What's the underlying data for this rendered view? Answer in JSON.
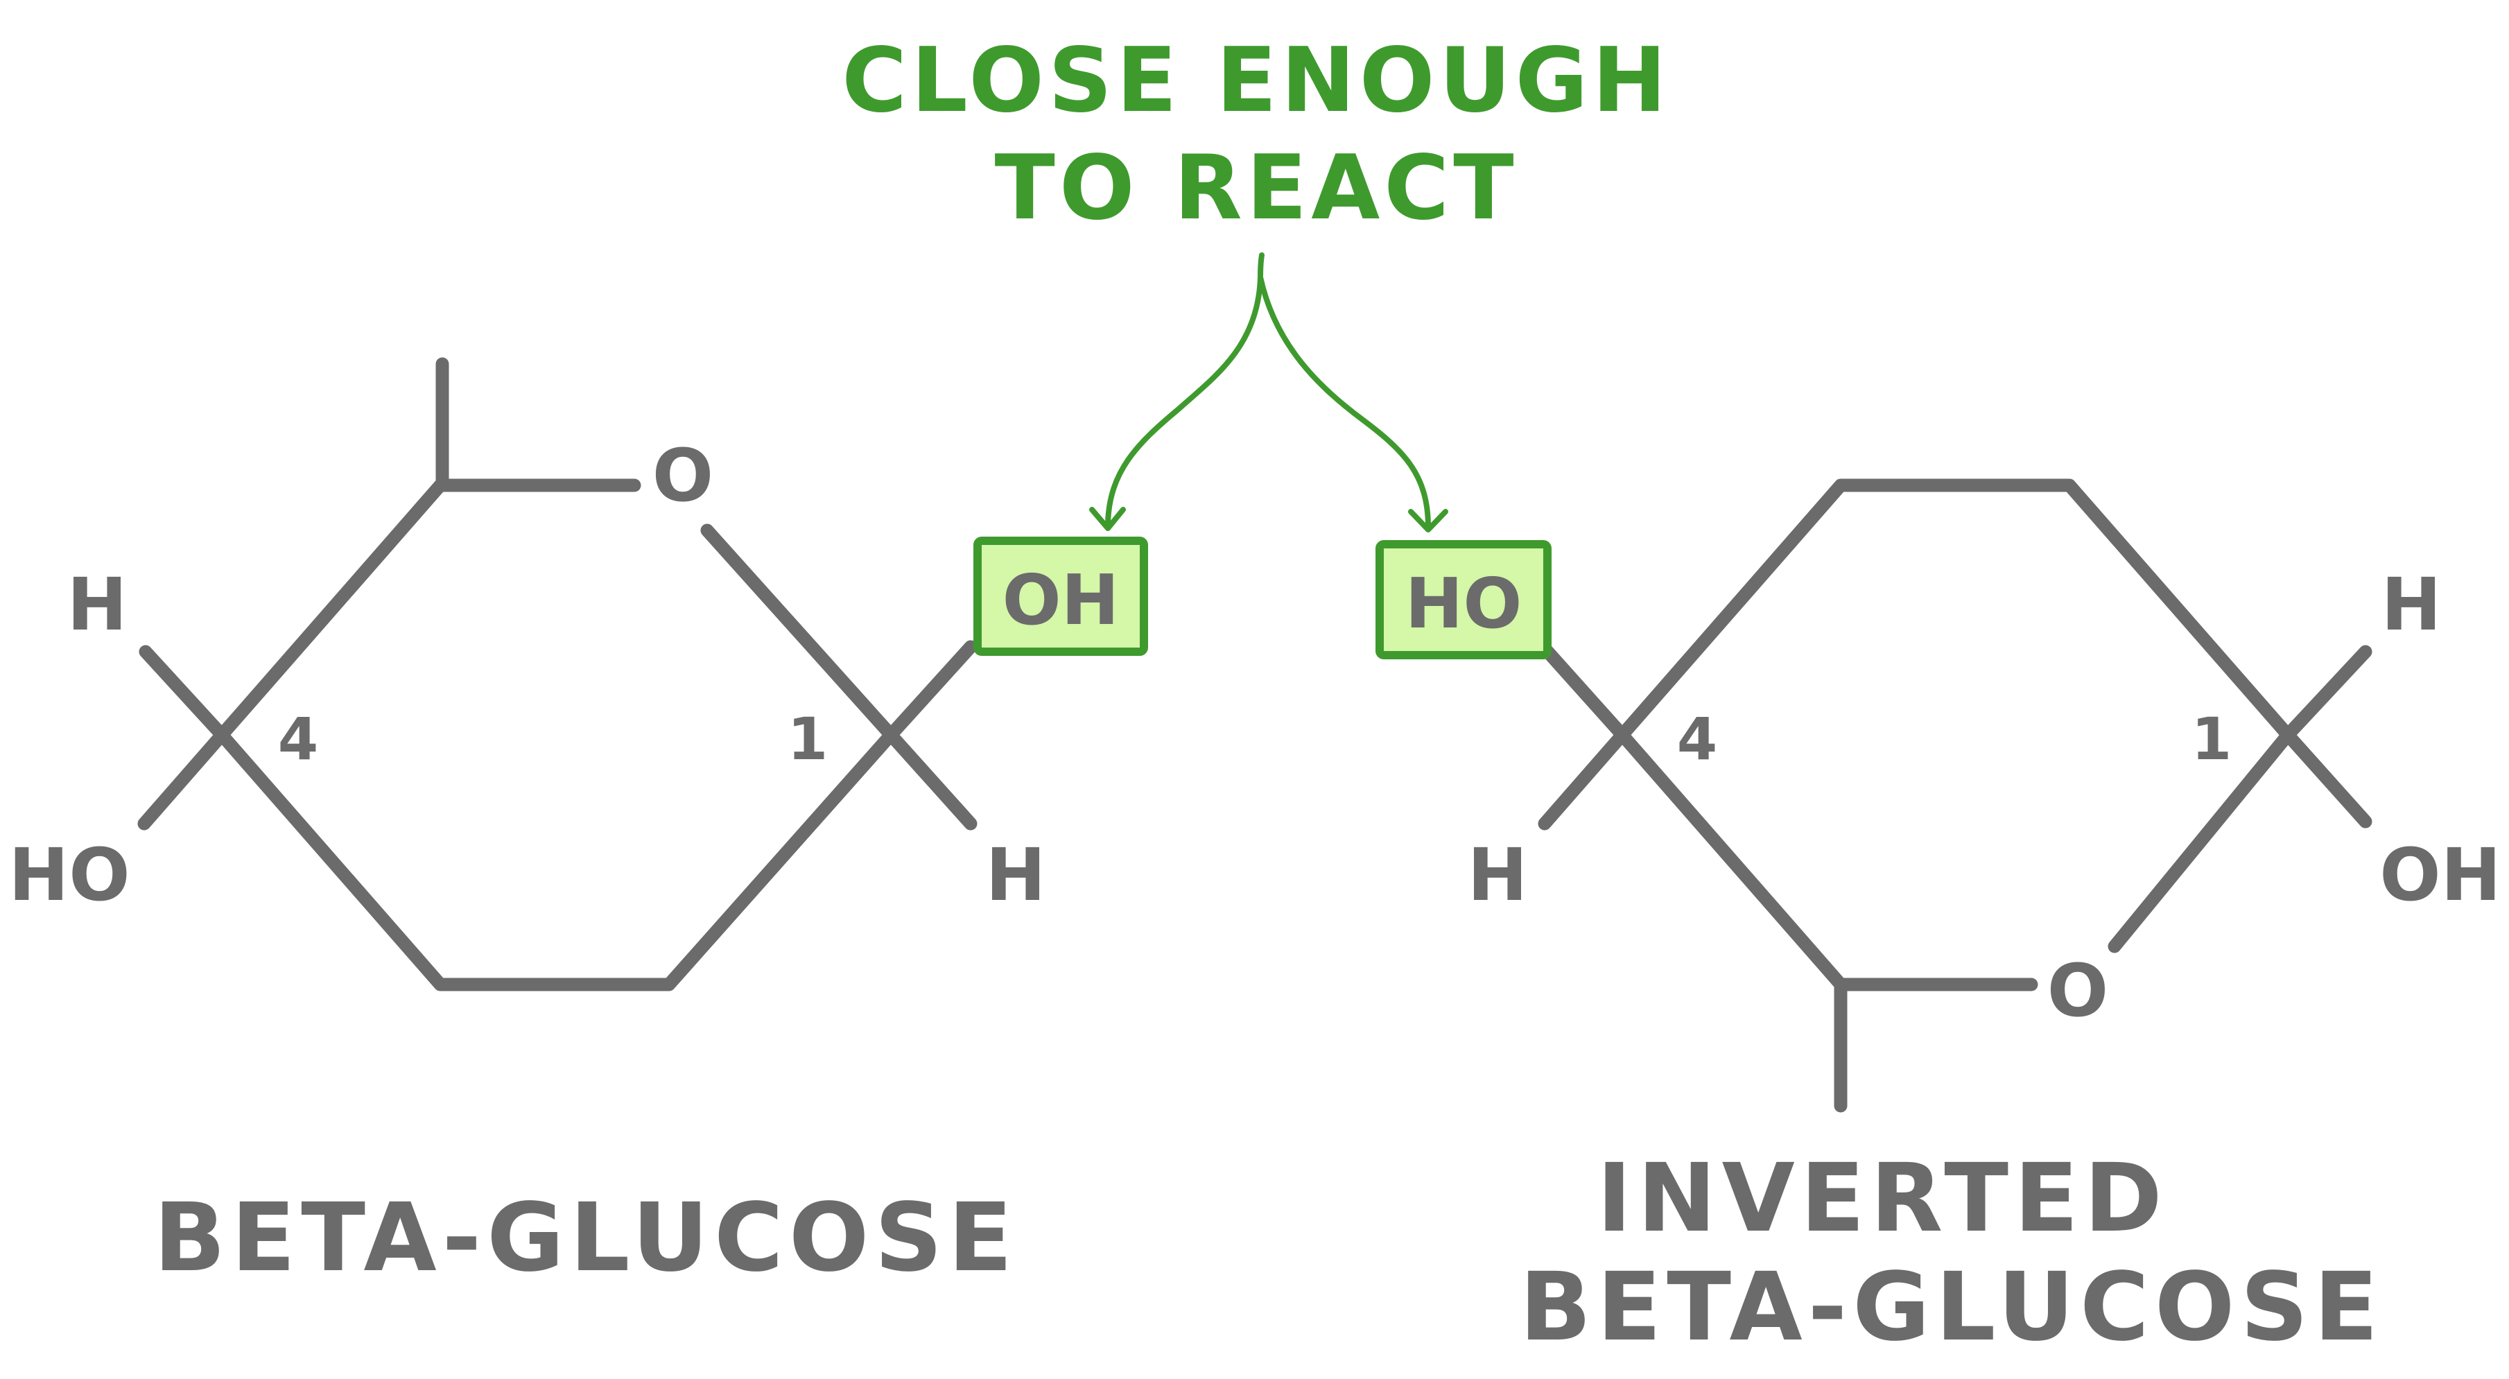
{
  "title": {
    "line1": "CLOSE ENOUGH",
    "line2": "TO REACT"
  },
  "left_molecule": {
    "ring_oxygen": "O",
    "c4_top_substituent": "H",
    "c4_bottom_substituent": "HO",
    "c4_label": "4",
    "c1_label": "1",
    "c1_top_substituent": "OH",
    "c1_bottom_substituent": "H",
    "caption": "BETA-GLUCOSE"
  },
  "right_molecule": {
    "ring_oxygen": "O",
    "c4_top_substituent": "HO",
    "c4_bottom_substituent": "H",
    "c4_label": "4",
    "c1_label": "1",
    "c1_top_substituent": "H",
    "c1_bottom_substituent": "OH",
    "caption_line1": "INVERTED",
    "caption_line2": "BETA-GLUCOSE"
  },
  "colors": {
    "structure": "#6b6b6b",
    "highlight_stroke": "#3f9a2e",
    "highlight_fill": "#d4f7a8",
    "title": "#3f9a2e"
  }
}
